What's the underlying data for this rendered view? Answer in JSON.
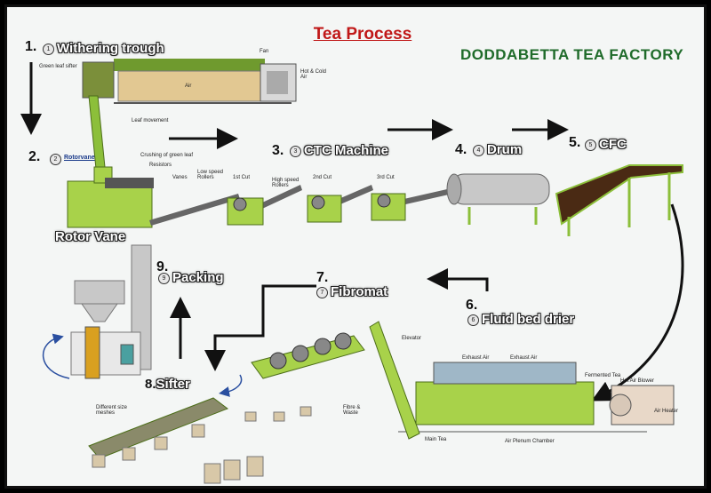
{
  "title": "Tea Process",
  "factory_name": "DODDABETTA TEA FACTORY",
  "steps": [
    {
      "num": "1.",
      "circle": "1",
      "label": "Withering trough"
    },
    {
      "num": "2.",
      "circle": "2",
      "label": "Rotorvane"
    },
    {
      "num": "3.",
      "circle": "3",
      "label": "CTC Machine"
    },
    {
      "num": "4.",
      "circle": "4",
      "label": "Drum"
    },
    {
      "num": "5.",
      "circle": "5",
      "label": "CFC"
    },
    {
      "num": "6.",
      "circle": "6",
      "label": "Fluid bed drier"
    },
    {
      "num": "7.",
      "circle": "7",
      "label": "Fibromat"
    },
    {
      "num": "8.",
      "circle": "8",
      "label": "Sifter"
    },
    {
      "num": "9.",
      "circle": "9",
      "label": "Packing"
    }
  ],
  "rotor_vane_label": "Rotor Vane",
  "small_labels": {
    "fan": "Fan",
    "hot_cold_air": "Hot & Cold Air",
    "green_leaf_sifter": "Green leaf sifter",
    "air": "Air",
    "leaf_movement": "Leaf movement",
    "crushing": "Crushing of green leaf",
    "resistors": "Resistors",
    "vanes": "Vanes",
    "low_speed": "Low speed Rollers",
    "high_speed": "High speed Rollers",
    "cut1": "1st Cut",
    "cut2": "2nd Cut",
    "cut3": "3rd Cut",
    "elevator": "Elevator",
    "fibre_waste": "Fibre & Waste",
    "main_tea": "Main Tea",
    "air_plenum": "Air Plenum Chamber",
    "exhaust_air": "Exhaust Air",
    "exhaust_air2": "Exhaust Air",
    "fermented_tea": "Fermented Tea",
    "hot_air_blower": "Hot Air Blower",
    "air_heater": "Air Heater",
    "different_mesh": "Different size meshes"
  },
  "colors": {
    "title": "#c01818",
    "factory": "#1f6b2a",
    "machine_green": "#9ccc3c",
    "arrow": "#111111",
    "tea_brown": "#4a2a14",
    "blue_arrow": "#2a4fa0"
  }
}
